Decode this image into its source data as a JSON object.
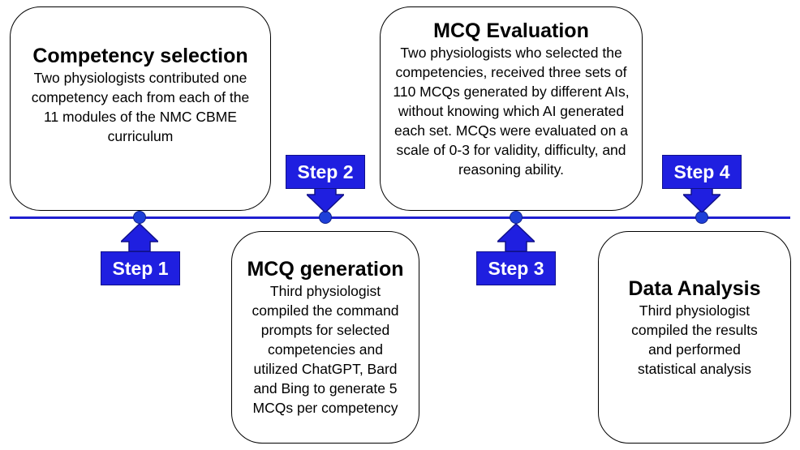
{
  "steps": [
    {
      "label": "Step 1",
      "title": "Competency selection",
      "body": "Two physiologists contributed one competency each from each of the 11 modules of the NMC CBME curriculum"
    },
    {
      "label": "Step 2",
      "title": "MCQ generation",
      "body": "Third physiologist compiled the command prompts for selected competencies and utilized ChatGPT, Bard and Bing to generate 5 MCQs per competency"
    },
    {
      "label": "Step 3",
      "title": "MCQ Evaluation",
      "body": "Two physiologists who selected the competencies, received three sets of 110 MCQs generated by different AIs, without knowing which AI generated each set. MCQs were evaluated on a scale of 0-3 for validity, difficulty, and reasoning ability."
    },
    {
      "label": "Step 4",
      "title": "Data Analysis",
      "body": "Third physiologist compiled the results and performed statistical analysis"
    }
  ],
  "colors": {
    "line": "#1f1fd0",
    "step_fill": "#1f1fe0",
    "step_text": "#ffffff"
  }
}
